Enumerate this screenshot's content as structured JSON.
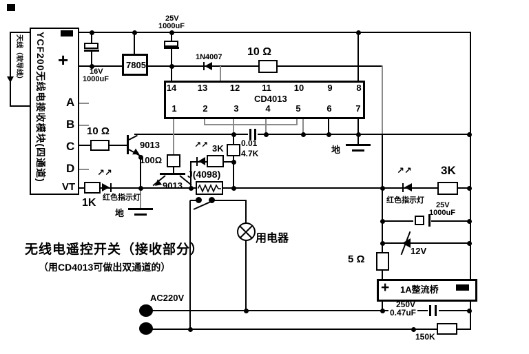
{
  "title": "无线电遥控开关（接收部分）",
  "subtitle": "（用CD4013可做出双通道的）",
  "module": {
    "name": "YCF200无线电接收模块(四通道)",
    "antenna_label": "天线（软导线）",
    "plus": "+",
    "pin_a": "A",
    "pin_b": "B",
    "pin_c": "C",
    "pin_d": "D",
    "pin_vt": "VT"
  },
  "ic": {
    "name": "CD4013"
  },
  "ic_pins": {
    "top": [
      "14",
      "13",
      "12",
      "11",
      "10",
      "9",
      "8"
    ],
    "bottom": [
      "1",
      "2",
      "3",
      "4",
      "5",
      "6",
      "7"
    ]
  },
  "labels": {
    "cap16_v": "16V",
    "cap16_c": "1000uF",
    "regulator": "7805",
    "cap25top_v": "25V",
    "cap25top_c": "1000uF",
    "diode1": "1N4007",
    "r10_top": "10 Ω",
    "r10_left": "10 Ω",
    "q1": "9013",
    "q2": "9013",
    "r100": "100Ω",
    "r1k": "1K",
    "led1": "红色指示灯",
    "gnd1": "地",
    "gnd2": "地",
    "r3k_mid": "3K",
    "c001": "0.01",
    "r47k": "4.7K",
    "relay": "J(4098)",
    "led3": "红色指示灯",
    "r3k_right": "3K",
    "cap25r_v": "25V",
    "cap25r_c": "1000uF",
    "zener": "12V",
    "r5": "5 Ω",
    "bridge": "1A整流桥",
    "bridge_plus": "+",
    "cap047_v": "250V",
    "cap047_c": "0.47uF",
    "r150k": "150K",
    "load": "用电器",
    "ac": "AC220V"
  },
  "icons": {
    "led_emission": "↗↗"
  },
  "colors": {
    "wire": "#000000",
    "wire_gray": "#8a8a8a",
    "background": "#ffffff"
  }
}
